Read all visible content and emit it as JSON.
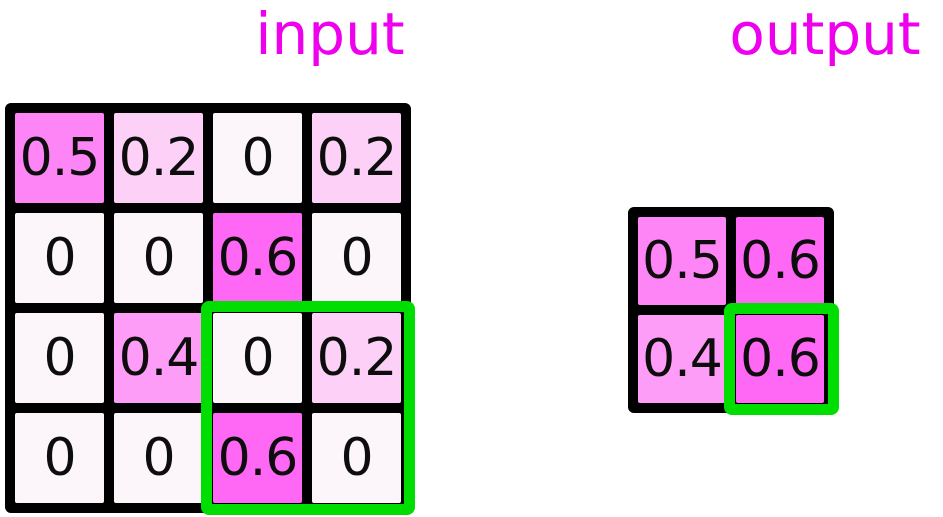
{
  "titles": {
    "input": "input",
    "output": "output"
  },
  "colors": {
    "title_text": "#ee00ee",
    "grid_line": "#000000",
    "cell_text": "#0d0d0d",
    "highlight_green": "#00dd00",
    "background": "#ffffff",
    "value_colors": {
      "0": "#fcf5fa",
      "0.2": "#fdd0f7",
      "0.4": "#fe9df7",
      "0.5": "#fe85f5",
      "0.6": "#fe68f4"
    }
  },
  "input_grid": {
    "rows": [
      [
        "0.5",
        "0.2",
        "0",
        "0.2"
      ],
      [
        "0",
        "0",
        "0.6",
        "0"
      ],
      [
        "0",
        "0.4",
        "0",
        "0.2"
      ],
      [
        "0",
        "0",
        "0.6",
        "0"
      ]
    ],
    "highlight_window": {
      "row_start": 2,
      "col_start": 2,
      "rows": 2,
      "cols": 2,
      "values": [
        [
          "0",
          "0.2"
        ],
        [
          "0.6",
          "0"
        ]
      ]
    }
  },
  "output_grid": {
    "rows": [
      [
        "0.5",
        "0.6"
      ],
      [
        "0.4",
        "0.6"
      ]
    ],
    "highlight_cell": {
      "row": 1,
      "col": 1,
      "value": "0.6"
    }
  }
}
